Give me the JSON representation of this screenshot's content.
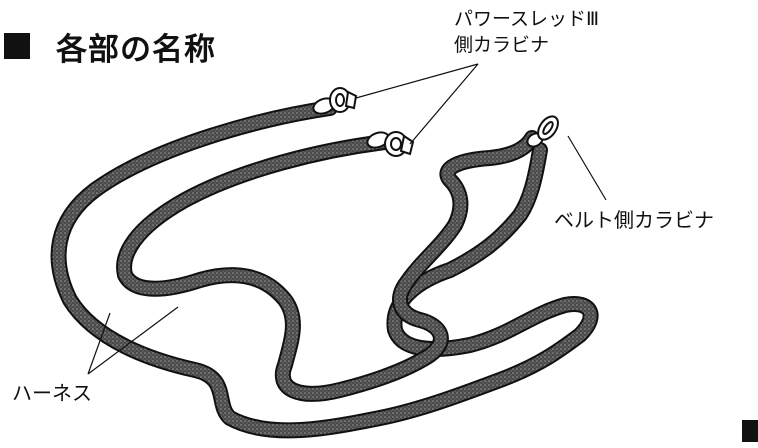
{
  "section": {
    "title": "各部の名称"
  },
  "labels": {
    "power_carabiner_line1": "パワースレッドⅢ",
    "power_carabiner_line2": "側カラビナ",
    "belt_carabiner": "ベルト側カラビナ",
    "harness": "ハーネス"
  },
  "colors": {
    "strap_fill": "#5b5b5b",
    "outline": "#111111"
  }
}
